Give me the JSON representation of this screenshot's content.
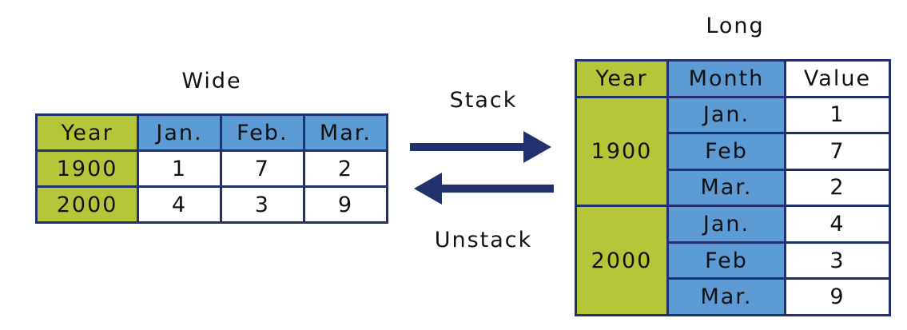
{
  "wide": {
    "title": "Wide",
    "headers": [
      "Year",
      "Jan.",
      "Feb.",
      "Mar."
    ],
    "rows": [
      {
        "year": "1900",
        "values": [
          "1",
          "7",
          "2"
        ]
      },
      {
        "year": "2000",
        "values": [
          "4",
          "3",
          "9"
        ]
      }
    ]
  },
  "long": {
    "title": "Long",
    "headers": [
      "Year",
      "Month",
      "Value"
    ],
    "groups": [
      {
        "year": "1900",
        "rows": [
          {
            "month": "Jan.",
            "value": "1"
          },
          {
            "month": "Feb",
            "value": "7"
          },
          {
            "month": "Mar.",
            "value": "2"
          }
        ]
      },
      {
        "year": "2000",
        "rows": [
          {
            "month": "Jan.",
            "value": "4"
          },
          {
            "month": "Feb",
            "value": "3"
          },
          {
            "month": "Mar.",
            "value": "9"
          }
        ]
      }
    ]
  },
  "arrows": {
    "stack_label": "Stack",
    "unstack_label": "Unstack",
    "color": "#22306e"
  },
  "colors": {
    "year_green": "#b5c739",
    "header_blue": "#5d9bd5",
    "border_navy": "#22306e"
  }
}
